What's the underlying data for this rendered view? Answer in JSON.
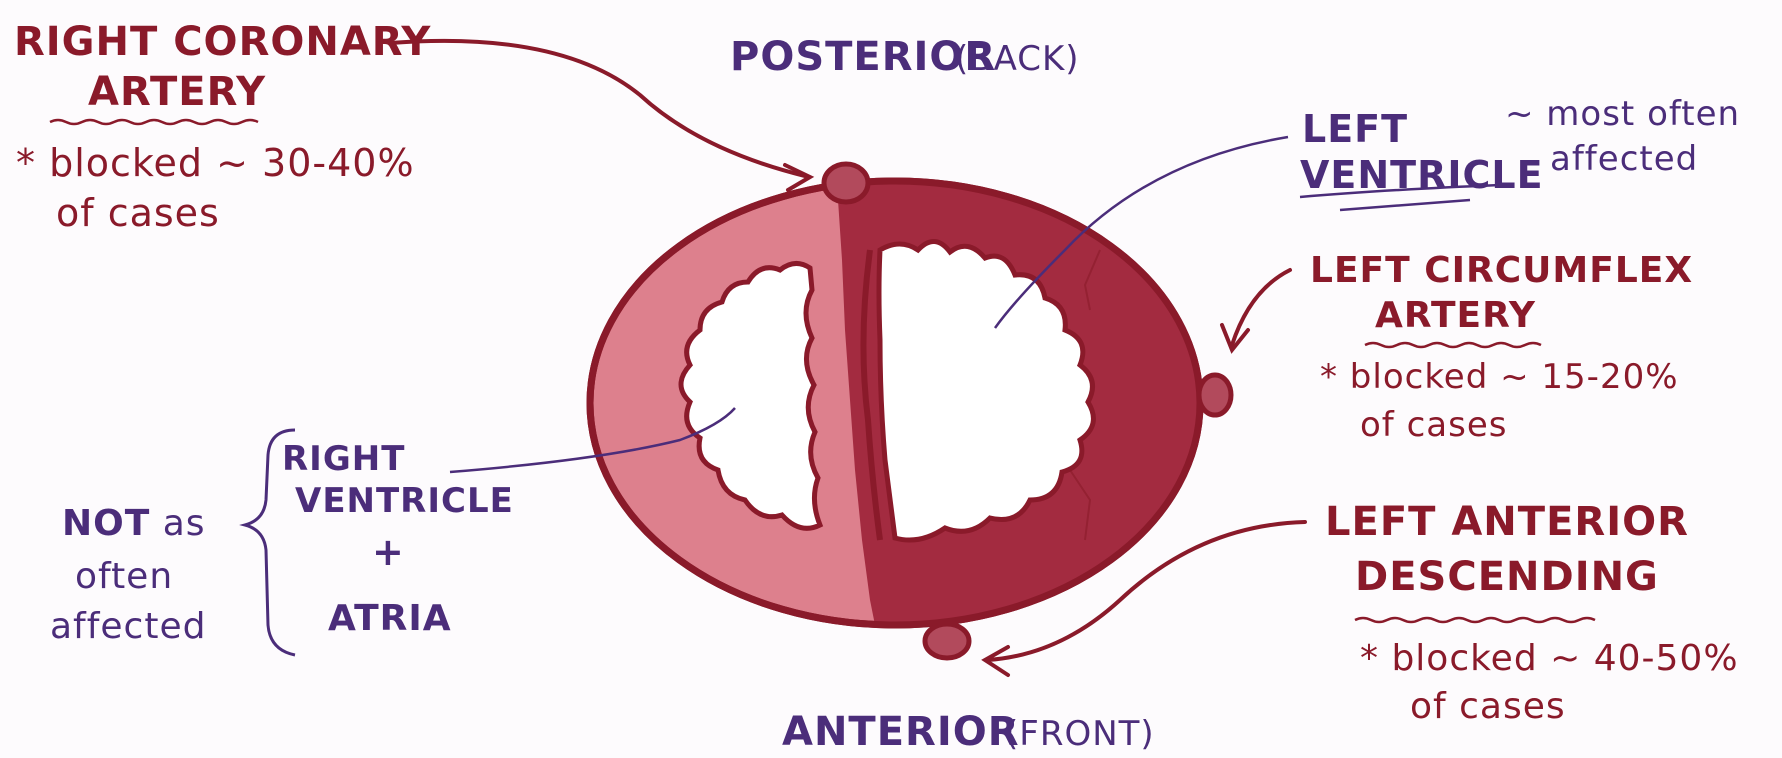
{
  "orientation": {
    "posterior_label": "POSTERIOR",
    "posterior_note": "(BACK)",
    "anterior_label": "ANTERIOR",
    "anterior_note": "(FRONT)"
  },
  "rca": {
    "name_line1": "RIGHT CORONARY",
    "name_line2": "ARTERY",
    "stat_line1": "* blocked ~ 30-40%",
    "stat_line2": "of cases"
  },
  "lcx": {
    "name_line1": "LEFT CIRCUMFLEX",
    "name_line2": "ARTERY",
    "stat_line1": "* blocked ~ 15-20%",
    "stat_line2": "of cases"
  },
  "lad": {
    "name_line1": "LEFT ANTERIOR",
    "name_line2": "DESCENDING",
    "stat_line1": "* blocked ~ 40-50%",
    "stat_line2": "of cases"
  },
  "left_ventricle": {
    "line1": "LEFT",
    "line2": "VENTRICLE",
    "note_line1": "~ most often",
    "note_line2": "affected"
  },
  "right_side": {
    "line1": "RIGHT",
    "line2": "VENTRICLE",
    "line3": "+",
    "line4": "ATRIA",
    "note_line1_bold": "NOT",
    "note_line1_rest": " as",
    "note_line2": "often",
    "note_line3": "affected"
  },
  "colors": {
    "dark_red": "#a32b40",
    "light_red": "#dd808d",
    "outline": "#8a1a2a",
    "purple_text": "#4b2d7a"
  }
}
